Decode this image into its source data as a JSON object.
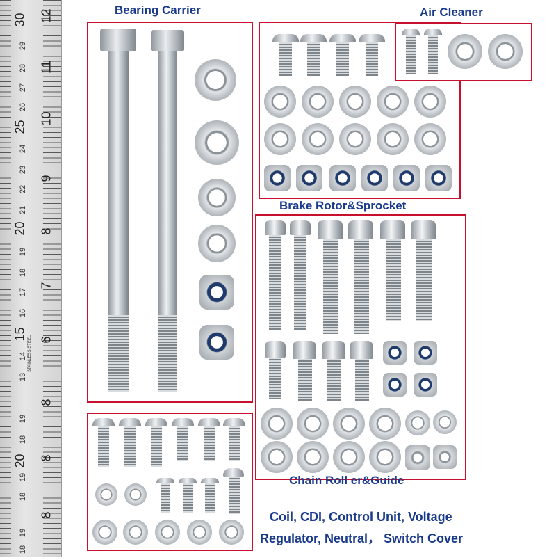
{
  "ruler": {
    "numbers_large": [
      "30",
      "25",
      "20",
      "15",
      "20"
    ],
    "numbers_mid": [
      "12",
      "11",
      "10",
      "9",
      "8",
      "7",
      "6",
      "8",
      "8",
      "8"
    ],
    "numbers_small": [
      "29",
      "28",
      "27",
      "26",
      "24",
      "23",
      "22",
      "21",
      "19",
      "18",
      "17",
      "16",
      "14",
      "13",
      "19",
      "18",
      "19",
      "18",
      "19",
      "18"
    ],
    "brand": "STAINLESS STEEL"
  },
  "groups": {
    "bearing_carrier": "Bearing Carrier",
    "air_cleaner": "Air Cleaner",
    "brake_rotor": "Brake Rotor&Sprocket",
    "chain_roller": "Chain Roll er&Guide",
    "coil_line1": "Coil, CDI, Control Unit, Voltage",
    "coil_line2": "Regulator, Neutral， Switch Cover"
  },
  "colors": {
    "box_border": "#c8102e",
    "label_text": "#1a3a8a",
    "nylon_insert": "#1f3a6b"
  },
  "icons": {
    "bolt": "hex-bolt-icon",
    "washer": "flat-washer-icon",
    "nut": "nylon-lock-nut-icon"
  }
}
